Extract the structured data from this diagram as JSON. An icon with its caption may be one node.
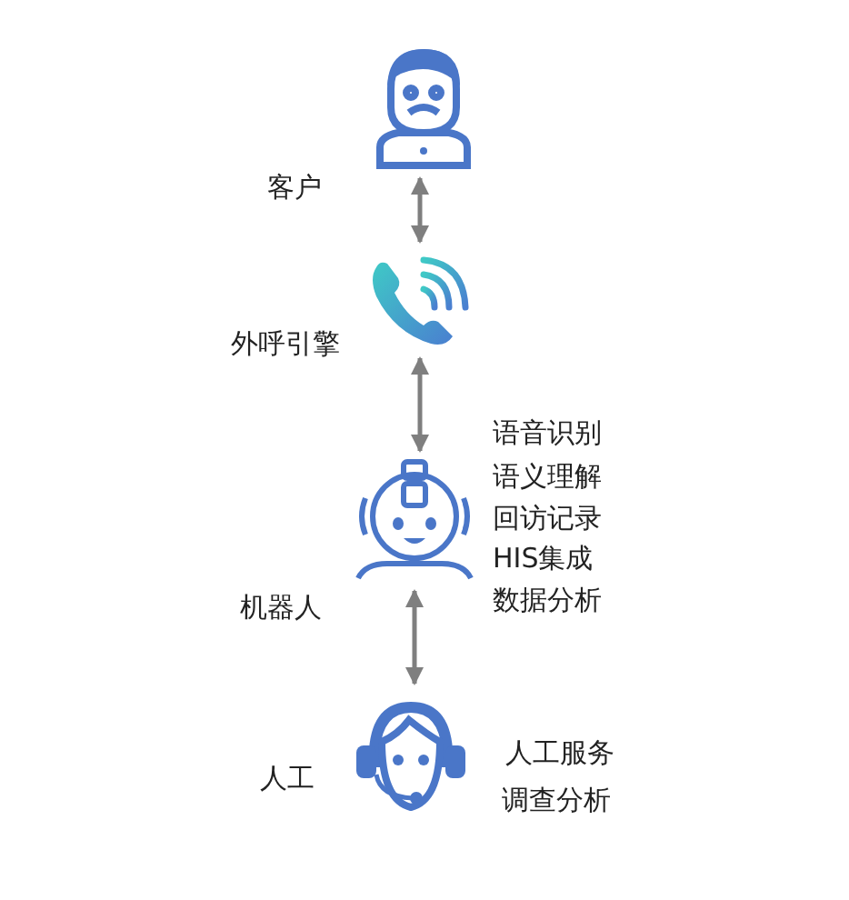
{
  "diagram": {
    "nodes": [
      {
        "text": [],
        "shape": "person",
        "beside": [
          "客户"
        ]
      },
      {
        "text": [],
        "shape": "picture",
        "beside": [
          "外呼引擎"
        ]
      },
      {
        "text": [],
        "shape": "picture",
        "beside": [
          "机器人",
          "语音识别",
          "语义理解",
          "回访记录",
          "HIS集成",
          "数据分析"
        ]
      },
      {
        "text": [],
        "shape": "person",
        "beside": [
          "人工",
          "人工服务",
          "调查分析"
        ]
      }
    ],
    "edges": [
      {
        "from": 0,
        "to": 1,
        "arrow": "both"
      },
      {
        "from": 1,
        "to": 2,
        "arrow": "both"
      },
      {
        "from": 2,
        "to": 3,
        "arrow": "both"
      }
    ]
  }
}
